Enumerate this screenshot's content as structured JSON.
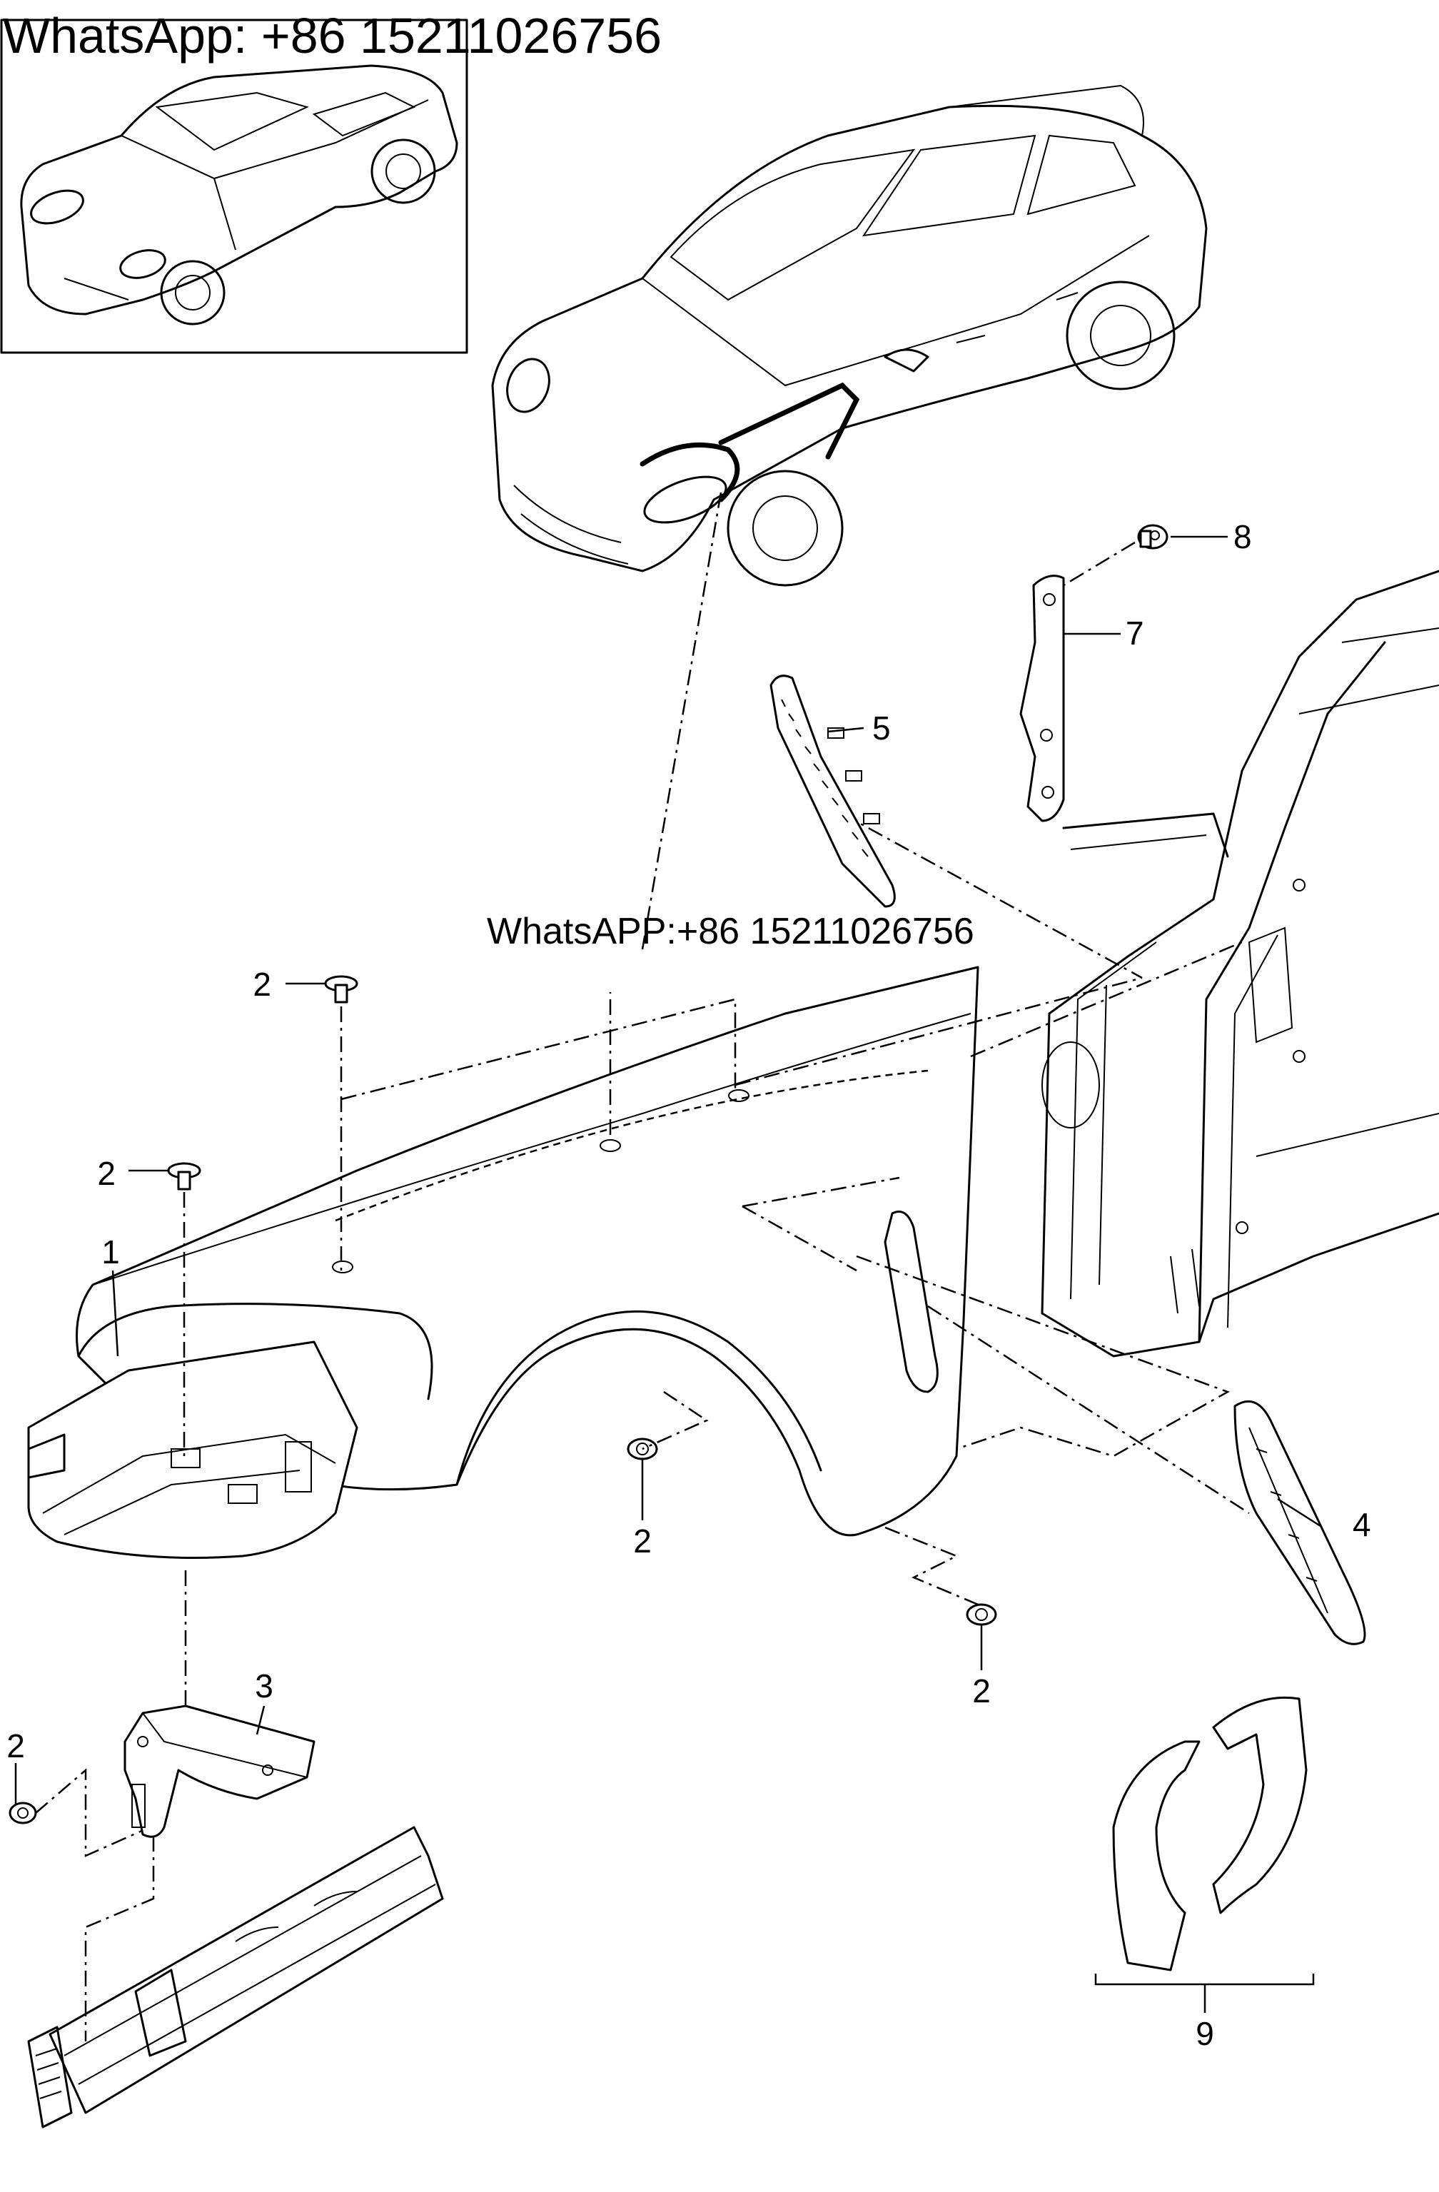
{
  "watermarks": {
    "top_left": "WhatsApp: +86 15211026756",
    "center": "WhatsAPP:+86 15211026756"
  },
  "callouts": {
    "c1": "1",
    "c2_a": "2",
    "c2_b": "2",
    "c2_c": "2",
    "c2_d": "2",
    "c2_e": "2",
    "c3": "3",
    "c4": "4",
    "c5": "5",
    "c7": "7",
    "c8": "8",
    "c9": "9"
  }
}
